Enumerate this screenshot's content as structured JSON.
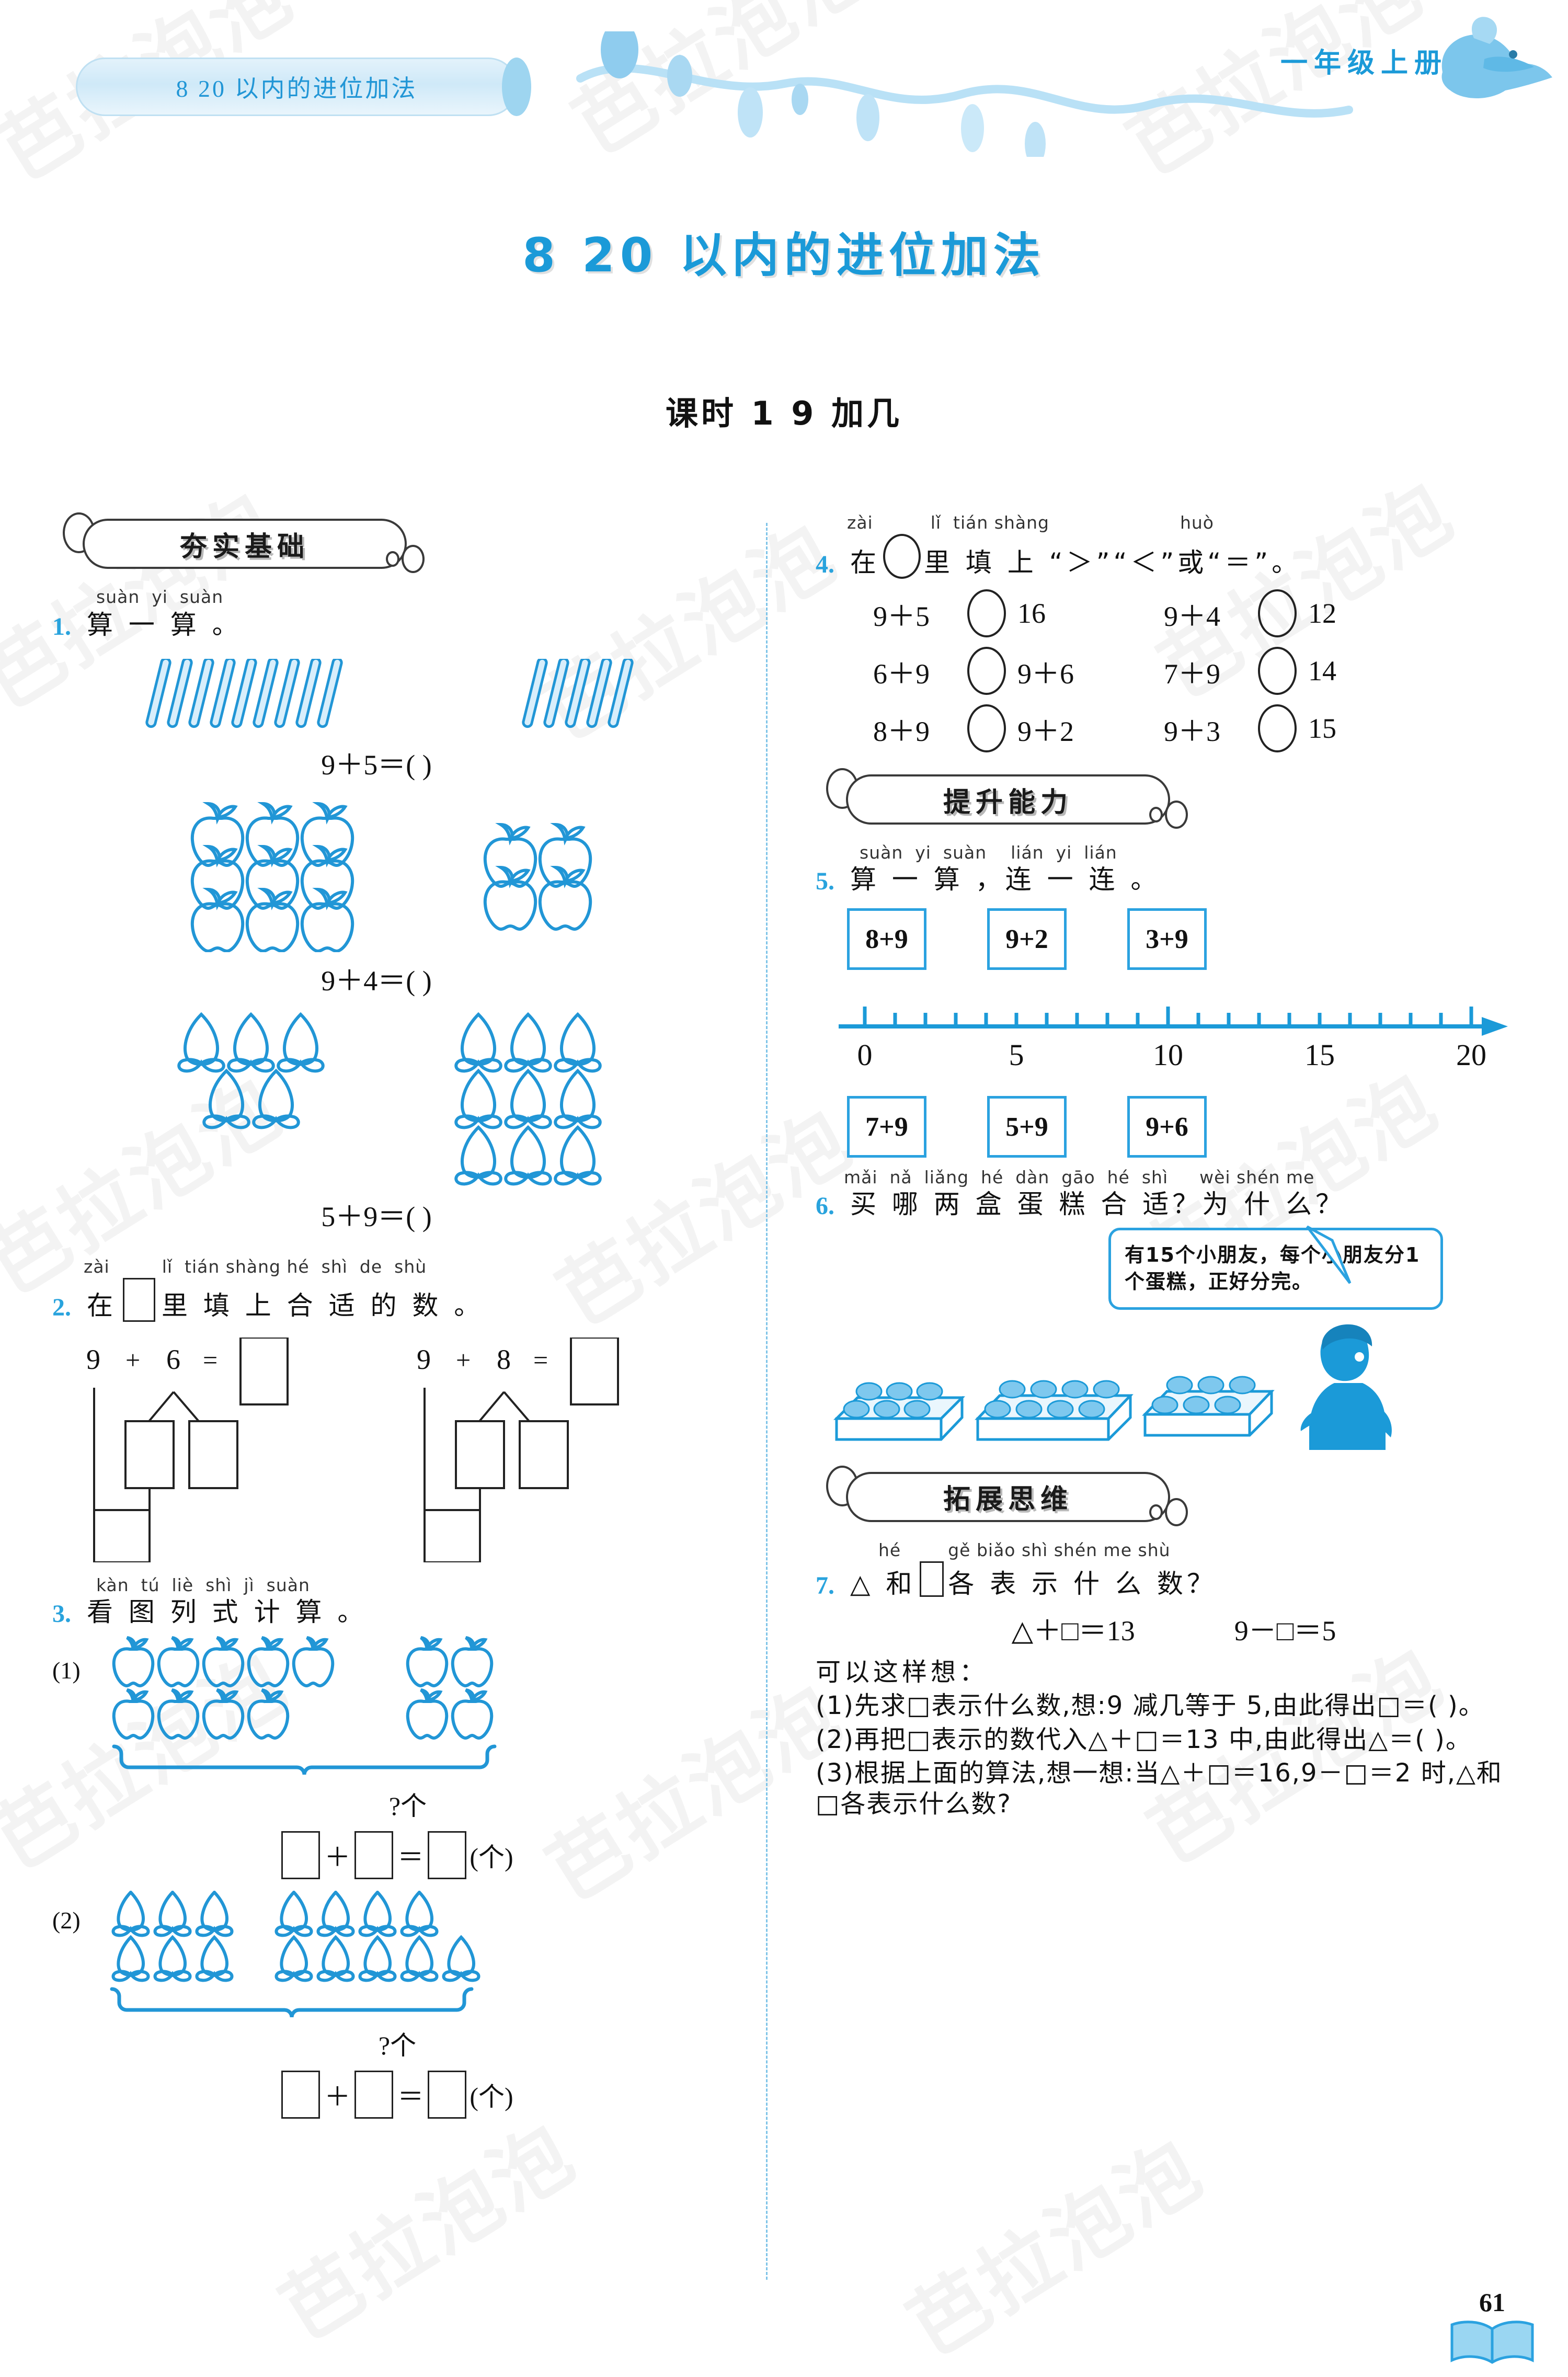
{
  "header": {
    "tab_label": "8  20 以内的进位加法",
    "grade_label": "一年级上册"
  },
  "page_title": "8   20 以内的进位加法",
  "lesson_title": "课时 1   9 加几",
  "page_number": "61",
  "sections": [
    {
      "id": "basics",
      "label": "夯实基础"
    },
    {
      "id": "ability",
      "label": "提升能力"
    },
    {
      "id": "thinking",
      "label": "拓展思维"
    }
  ],
  "q1": {
    "number": "1.",
    "pinyin": "suàn  yi  suàn",
    "text": "算 一 算 。",
    "items": [
      {
        "kind": "sticks",
        "left_count": 9,
        "right_count": 5,
        "equation": "9＋5＝(        )"
      },
      {
        "kind": "apples",
        "left_rows": [
          3,
          3,
          3
        ],
        "right_rows": [
          2,
          2
        ],
        "equation": "9＋4＝(        )"
      },
      {
        "kind": "peaches",
        "left_rows": [
          3,
          2
        ],
        "right_rows": [
          3,
          3,
          3
        ],
        "equation": "5＋9＝(        )"
      }
    ]
  },
  "q2": {
    "number": "2.",
    "pinyin_a": "zài",
    "pinyin_b": "lǐ  tián shàng hé  shì  de  shù",
    "text_a": "在",
    "text_b": "里 填  上  合 适 的 数 。",
    "splits": [
      {
        "a": "9",
        "op": "+",
        "b": "6",
        "result_box": true
      },
      {
        "a": "9",
        "op": "+",
        "b": "8",
        "result_box": true
      }
    ]
  },
  "q3": {
    "number": "3.",
    "pinyin": "kàn  tú  liè  shì  jì  suàn",
    "text": "看 图 列 式 计 算 。",
    "items": [
      {
        "label": "(1)",
        "icon": "apple",
        "left_rows": [
          5,
          4
        ],
        "right_rows": [
          2,
          2
        ],
        "brace_label": "?个",
        "equation_suffix": "(个)"
      },
      {
        "label": "(2)",
        "icon": "peach",
        "left_rows": [
          3,
          3
        ],
        "right_rows": [
          4,
          5
        ],
        "brace_label": "?个",
        "equation_suffix": "(个)"
      }
    ]
  },
  "q4": {
    "number": "4.",
    "pinyin_a": "zài",
    "pinyin_b": "lǐ  tián shàng",
    "pinyin_c": "huò",
    "text_a": "在",
    "text_b": "里 填  上 “＞”“＜”或“＝”。",
    "rows": [
      {
        "left": "9＋5",
        "right": "16",
        "left2": "9＋4",
        "right2": "12"
      },
      {
        "left": "6＋9",
        "right": "9＋6",
        "left2": "7＋9",
        "right2": "14"
      },
      {
        "left": "8＋9",
        "right": "9＋2",
        "left2": "9＋3",
        "right2": "15"
      }
    ]
  },
  "q5": {
    "number": "5.",
    "pinyin": "suàn  yi  suàn    lián  yi  lián",
    "text": "算 一 算 ，连 一 连 。",
    "top_cards": [
      "8+9",
      "9+2",
      "3+9"
    ],
    "bottom_cards": [
      "7+9",
      "5+9",
      "9+6"
    ],
    "numberline": {
      "min": 0,
      "max": 20,
      "labels": [
        "0",
        "5",
        "10",
        "15",
        "20"
      ],
      "major_ticks": [
        0,
        10,
        20
      ],
      "tick_step": 1
    }
  },
  "q6": {
    "number": "6.",
    "pinyin_a": "mǎi  nǎ  liǎng  hé  dàn  gāo  hé  shì",
    "pinyin_b": "wèi shén me",
    "text": "买 哪 两 盒 蛋 糕 合 适？为 什 么？",
    "speech_bubble": "有15个小朋友，每个小朋友分1个蛋糕，正好分完。",
    "cake_trays": [
      6,
      8,
      6
    ]
  },
  "q7": {
    "number": "7.",
    "pinyin_a": "hé",
    "pinyin_b": "gě biǎo shì shén me shù",
    "title_a": "△ 和",
    "title_b": "各 表 示 什 么 数？",
    "equations": [
      "△＋□＝13",
      "9－□＝5"
    ],
    "intro": "可以这样想：",
    "steps": [
      "(1)先求□表示什么数,想:9 减几等于 5,由此得出□＝(      )。",
      "(2)再把□表示的数代入△＋□＝13 中,由此得出△＝(      )。",
      "(3)根据上面的算法,想一想:当△＋□＝16,9－□＝2 时,△和□各表示什么数?"
    ]
  },
  "colors": {
    "accent_blue": "#1b9ad8",
    "icon_blue": "#2196d6",
    "card_border": "#2ba2e0",
    "tab_fill": "#cfe9f8",
    "divider": "#7fc4e8"
  },
  "watermark_text": "芭拉泡泡"
}
